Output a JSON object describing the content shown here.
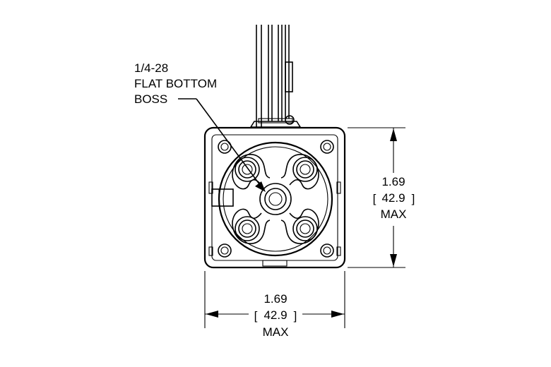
{
  "callout": {
    "line1": "1/4-28",
    "line2": "FLAT BOTTOM",
    "line3": "BOSS"
  },
  "dimension_height": {
    "inch": "1.69",
    "mm": "42.9",
    "qualifier": "MAX"
  },
  "dimension_width": {
    "inch": "1.69",
    "mm": "42.9",
    "qualifier": "MAX"
  },
  "brackets": {
    "open": "[",
    "close": "]"
  }
}
